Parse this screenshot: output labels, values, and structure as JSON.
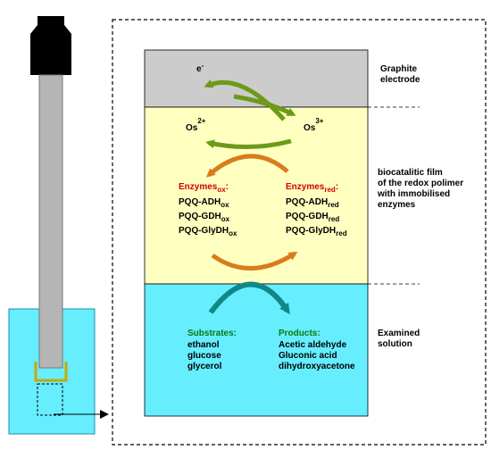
{
  "labels": {
    "electron": "e",
    "electron_sup": "-",
    "os_left": "Os",
    "os_left_charge": "2+",
    "os_right": "Os",
    "os_right_charge": "3+",
    "enzymes_ox_base": "Enzymes",
    "enzymes_ox_sub": "ox",
    "enzymes_ox_colon": ":",
    "enzymes_red_base": "Enzymes",
    "enzymes_red_sub": "red",
    "enzymes_red_colon": ":",
    "substrates_title": "Substrates:",
    "products_title": "Products:"
  },
  "enzymes_ox": [
    {
      "base": "PQQ-ADH",
      "sub": "ox"
    },
    {
      "base": "PQQ-GDH",
      "sub": "ox"
    },
    {
      "base": "PQQ-GlyDH",
      "sub": "ox"
    }
  ],
  "enzymes_red": [
    {
      "base": "PQQ-ADH",
      "sub": "red"
    },
    {
      "base": "PQQ-GDH",
      "sub": "red"
    },
    {
      "base": "PQQ-GlyDH",
      "sub": "red"
    }
  ],
  "substrates": [
    "ethanol",
    "glucose",
    "glycerol"
  ],
  "products": [
    "Acetic aldehyde",
    "Gluconic acid",
    "dihydroxyacetone"
  ],
  "side_labels": {
    "graphite": [
      "Graphite",
      "electrode"
    ],
    "film": [
      "biocatalitic film",
      "of the redox polimer",
      "with immobilised",
      "enzymes"
    ],
    "solution": [
      "Examined",
      "solution"
    ]
  },
  "colors": {
    "graphite": "#cccccc",
    "film": "#ffffc0",
    "solution": "#66eeff",
    "cap": "#000000",
    "rod": "#b5b5b5",
    "beaker": "#66eeff",
    "arrow_green": "#6c9a1a",
    "arrow_orange": "#d87c1c",
    "arrow_teal": "#108888",
    "enzyme_title": "#d40000",
    "substrate_title": "#0a7a0a"
  }
}
